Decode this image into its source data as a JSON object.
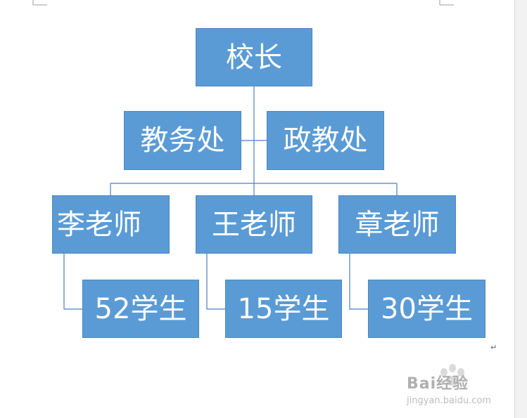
{
  "nodes": {
    "principal": "校长",
    "academic_office": "教务处",
    "political_office": "政教处",
    "teacher_li": "李老师",
    "teacher_wang": "王老师",
    "teacher_zhang": "章老师",
    "students_li": "52学生",
    "students_wang": "15学生",
    "students_zhang": "30学生"
  },
  "watermark": {
    "brand": "Bai经验",
    "url": "jingyan.baidu.com"
  },
  "colors": {
    "node_fill": "#5b9bd5",
    "node_text": "#ffffff",
    "connector": "#4a7ebb"
  }
}
